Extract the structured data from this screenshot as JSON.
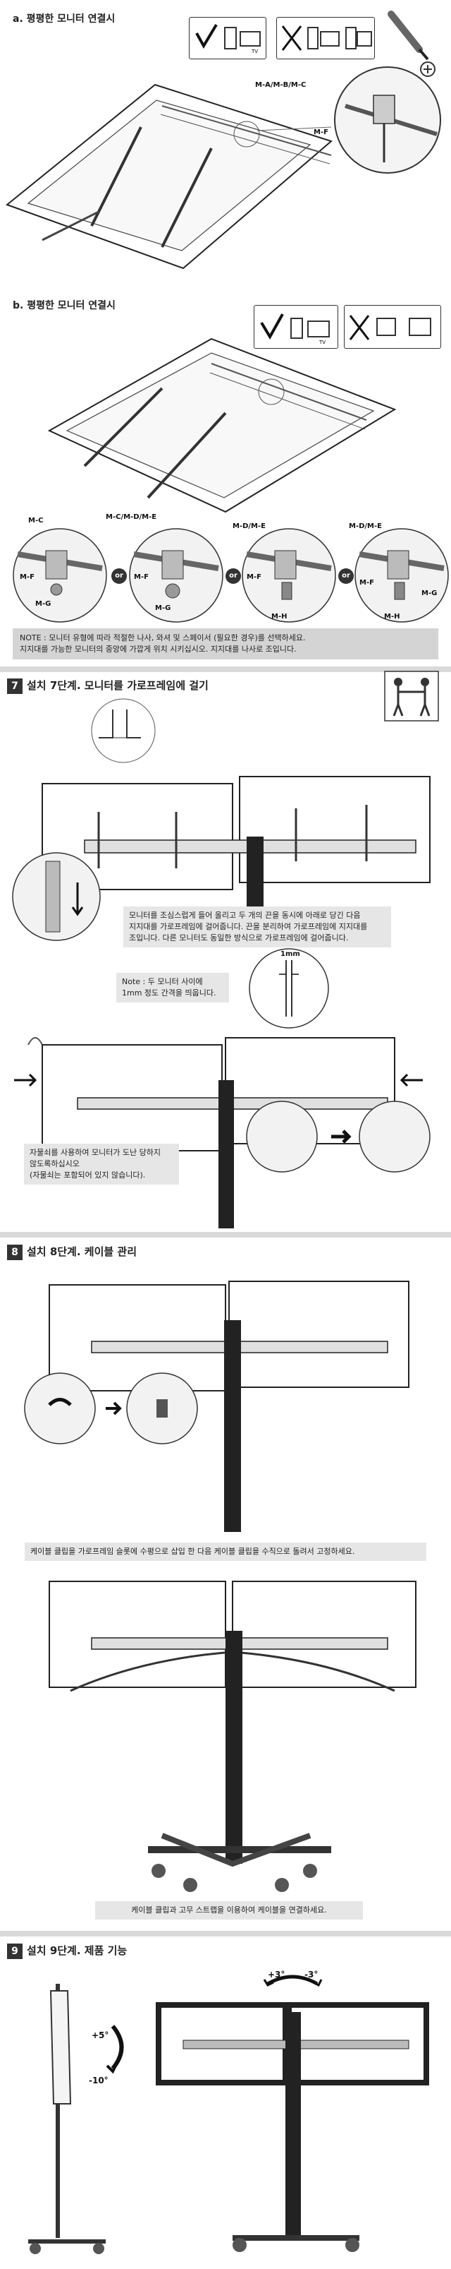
{
  "section_a": {
    "title": "a. 평평한 모니터 연결시",
    "label_mid": "M-A/M-B/M-C",
    "label_mf": "M-F"
  },
  "section_b": {
    "title": "b. 평평한 모니터 연결시",
    "label_mc": "M-C",
    "label_mcde": "M-C/M-D/M-E",
    "label_mde1": "M-D/M-E",
    "label_mde2": "M-D/M-E",
    "label_mf": "M-F",
    "label_mg": "M-G",
    "label_mh": "M-H",
    "or_label": "or"
  },
  "note": "NOTE : 모니터 유형에 따라 적절한 나사, 와셔 및 스페이서 (필요한 경우)를 선택하세요.\n지지대를 가능한 모니터의 중앙에 가깝게 위치 시키십시오. 지지대를 나사로 조입니다.",
  "step7": {
    "num": "7",
    "title": "설치 7단계. 모니터를 가로프레임에 걸기",
    "callout1": "모니터를 조심스럽게 들어 올리고 두 개의 끈을 동시에 아래로 당긴 다음\n지지대를 가로프레임에 걸어줍니다. 끈을 분리하여 가로프레임에 지지대를\n조입니다. 다른 모니터도 동일한 방식으로 가로프레임에 걸어줍니다.",
    "callout2": "Note : 두 모니터 사이에\n1mm 정도 간격을 띄웁니다.",
    "gap_label": "1mm",
    "callout3": "자물쇠를 사용하여 모니터가 도난 당하지\n않도록하십시오\n(자물쇠는 포함되어 있지 않습니다)."
  },
  "step8": {
    "num": "8",
    "title": "설치 8단계. 케이블 관리",
    "callout1": "케이블 클립을 가로프레임 슬롯에 수평으로 삽입 한 다음 케이블 클립을 수직으로 돌려서 고정하세요.",
    "callout2": "케이블 클립과 고무 스트랩을 이용하여 케이블을 연결하세요."
  },
  "step9": {
    "num": "9",
    "title": "설치 9단계. 제품 기능",
    "tilt_up": "+5°",
    "tilt_down": "-10°",
    "rot_plus": "+3°",
    "rot_minus": "-3°"
  },
  "colors": {
    "divider": "#d9d9d9",
    "note_bg": "#d4d4d4",
    "callout_bg": "#e6e6e6",
    "badge": "#333333"
  }
}
